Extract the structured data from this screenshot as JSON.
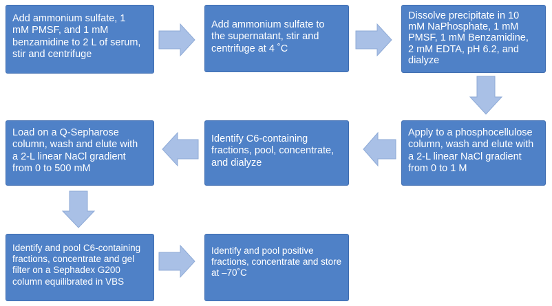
{
  "steps": [
    {
      "id": "step1",
      "text": "Add ammonium sulfate, 1\nmM PMSF, and 1 mM\nbenzamidine to 2 L of serum,\nstir and centrifuge"
    },
    {
      "id": "step2",
      "text": "Add ammonium sulfate to\nthe supernatant, stir and\ncentrifuge at 4 ˚C"
    },
    {
      "id": "step3",
      "text": "Dissolve precipitate in 10\nmM NaPhosphate, 1 mM\nPMSF, 1 mM Benzamidine,\n2 mM EDTA, pH 6.2, and\ndialyze"
    },
    {
      "id": "step4",
      "text": "Apply to a phosphocellulose\ncolumn, wash and elute with\na 2-L linear NaCl gradient\nfrom 0 to 1 M"
    },
    {
      "id": "step5",
      "text": "Identify C6-containing\nfractions, pool, concentrate,\nand dialyze"
    },
    {
      "id": "step6",
      "text": "Load on a Q-Sepharose\ncolumn, wash and elute with\na 2-L linear NaCl gradient\nfrom 0 to 500 mM"
    },
    {
      "id": "step7",
      "text": "Identify and pool C6-containing\nfractions, concentrate and gel\nfilter on a Sephadex G200\ncolumn equilibrated in VBS"
    },
    {
      "id": "step8",
      "text": "Identify and pool positive\nfractions, concentrate and store\nat –70˚C"
    }
  ],
  "colors": {
    "box_fill": "#4f81c7",
    "box_text": "#ffffff",
    "arrow_fill": "#a9c0e6",
    "arrow_stroke": "#8eaad6"
  }
}
